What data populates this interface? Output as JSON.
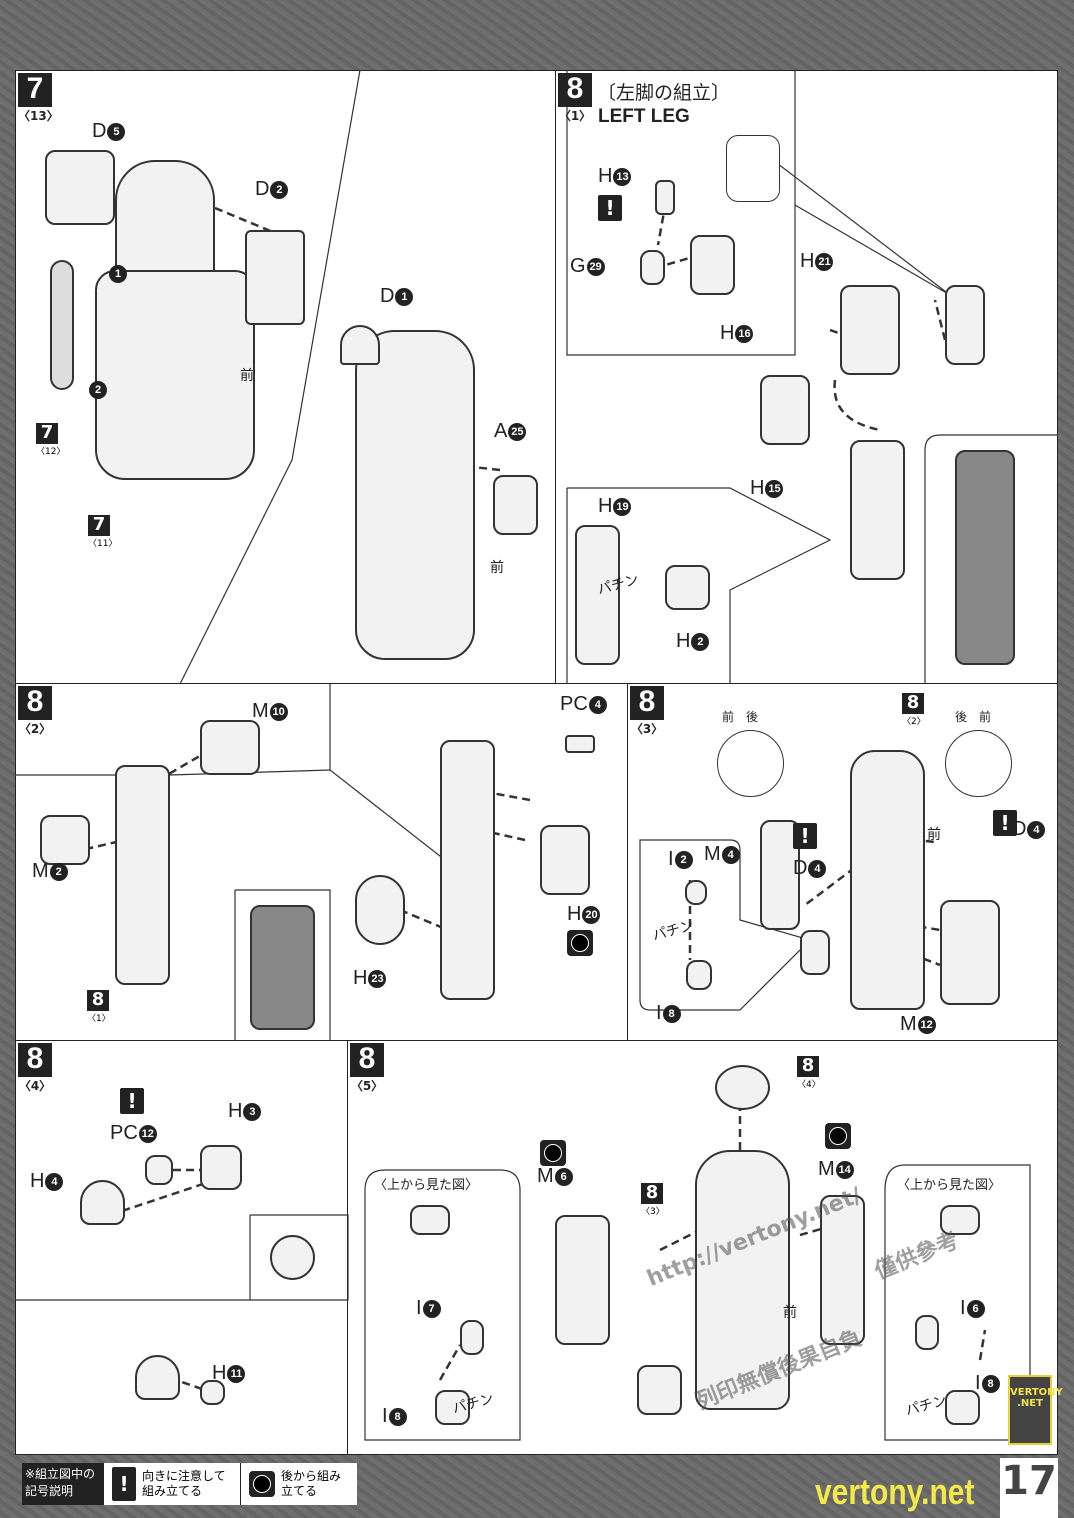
{
  "steps": {
    "s7": {
      "num": "7",
      "sub": "〈13〉"
    },
    "s8_1": {
      "num": "8",
      "sub": "〈1〉",
      "title_jp": "〔左脚の組立〕",
      "title_en": "LEFT LEG"
    },
    "s8_2": {
      "num": "8",
      "sub": "〈2〉"
    },
    "s8_3": {
      "num": "8",
      "sub": "〈3〉"
    },
    "s8_4": {
      "num": "8",
      "sub": "〈4〉"
    },
    "s8_5": {
      "num": "8",
      "sub": "〈5〉"
    }
  },
  "refs": {
    "r7_12": {
      "n": "7",
      "s": "〈12〉"
    },
    "r7_11": {
      "n": "7",
      "s": "〈11〉"
    },
    "r8_1": {
      "n": "8",
      "s": "〈1〉"
    },
    "r8_2": {
      "n": "8",
      "s": "〈2〉"
    },
    "r8_4": {
      "n": "8",
      "s": "〈4〉"
    },
    "r8_3": {
      "n": "8",
      "s": "〈3〉"
    }
  },
  "parts": [
    {
      "l": "D",
      "n": "5"
    },
    {
      "l": "D",
      "n": "2"
    },
    {
      "l": "D",
      "n": "1"
    },
    {
      "l": "A",
      "n": "25"
    },
    {
      "l": "H",
      "n": "13"
    },
    {
      "l": "G",
      "n": "29"
    },
    {
      "l": "H",
      "n": "16"
    },
    {
      "l": "H",
      "n": "21"
    },
    {
      "l": "H",
      "n": "15"
    },
    {
      "l": "H",
      "n": "19"
    },
    {
      "l": "H",
      "n": "2"
    },
    {
      "l": "M",
      "n": "10"
    },
    {
      "l": "M",
      "n": "2"
    },
    {
      "l": "PC",
      "n": "4"
    },
    {
      "l": "H",
      "n": "20"
    },
    {
      "l": "H",
      "n": "23"
    },
    {
      "l": "D",
      "n": "4"
    },
    {
      "l": "D",
      "n": "4"
    },
    {
      "l": "M",
      "n": "4"
    },
    {
      "l": "I",
      "n": "2"
    },
    {
      "l": "I",
      "n": "8"
    },
    {
      "l": "M",
      "n": "12"
    },
    {
      "l": "PC",
      "n": "12"
    },
    {
      "l": "H",
      "n": "3"
    },
    {
      "l": "H",
      "n": "4"
    },
    {
      "l": "H",
      "n": "11"
    },
    {
      "l": "M",
      "n": "14"
    },
    {
      "l": "M",
      "n": "6"
    },
    {
      "l": "I",
      "n": "7"
    },
    {
      "l": "I",
      "n": "8"
    },
    {
      "l": "I",
      "n": "6"
    },
    {
      "l": "I",
      "n": "8"
    }
  ],
  "order_marks": [
    "1",
    "2"
  ],
  "front": "前",
  "front_back": "前　後",
  "back_front": "後　前",
  "snap": "パチン",
  "top_view": "〈上から見た図〉",
  "legend": {
    "title": "※組立図中の記号説明",
    "excl": "向きに注意して組み立てる",
    "back": "後から組み立てる"
  },
  "page_number": "17",
  "watermarks": {
    "url": "http://vertony.net/",
    "cn1": "僅供參考",
    "cn2": "列印無償後果自負",
    "site": "vertony.net",
    "badge": "VERTONY .NET"
  }
}
